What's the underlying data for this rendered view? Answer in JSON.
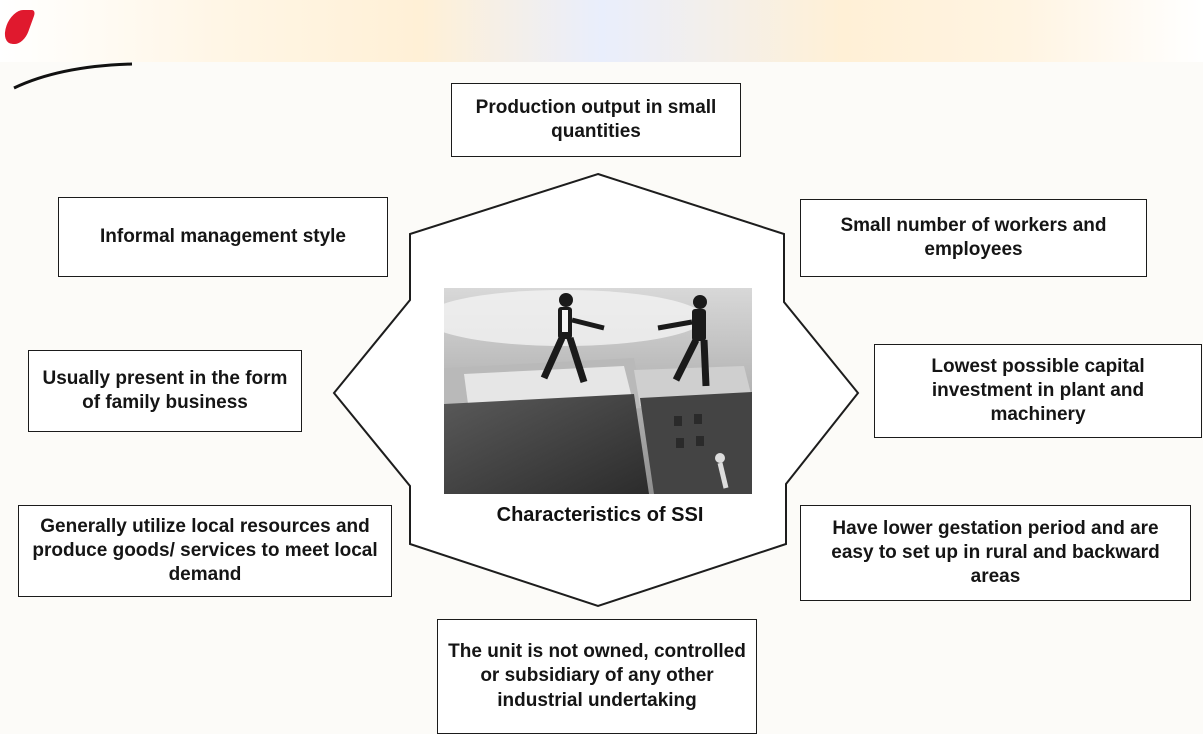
{
  "diagram": {
    "center_label": "Characteristics of SSI",
    "characteristics": {
      "top": "Production output in small quantities",
      "top_right": "Small number of workers and employees",
      "right": "Lowest possible capital investment in plant and machinery",
      "bottom_right": "Have lower gestation period and are easy to set up in rural and backward areas",
      "bottom": "The unit is not owned, controlled or subsidiary of any other industrial undertaking",
      "bottom_left": "Generally utilize local resources and produce goods/ services to meet local demand",
      "left": "Usually present in the form of family business",
      "top_left": "Informal management style"
    }
  },
  "colors": {
    "border": "#1b1b1b",
    "background": "#fcfbf8",
    "accent_red": "#e0192e"
  }
}
